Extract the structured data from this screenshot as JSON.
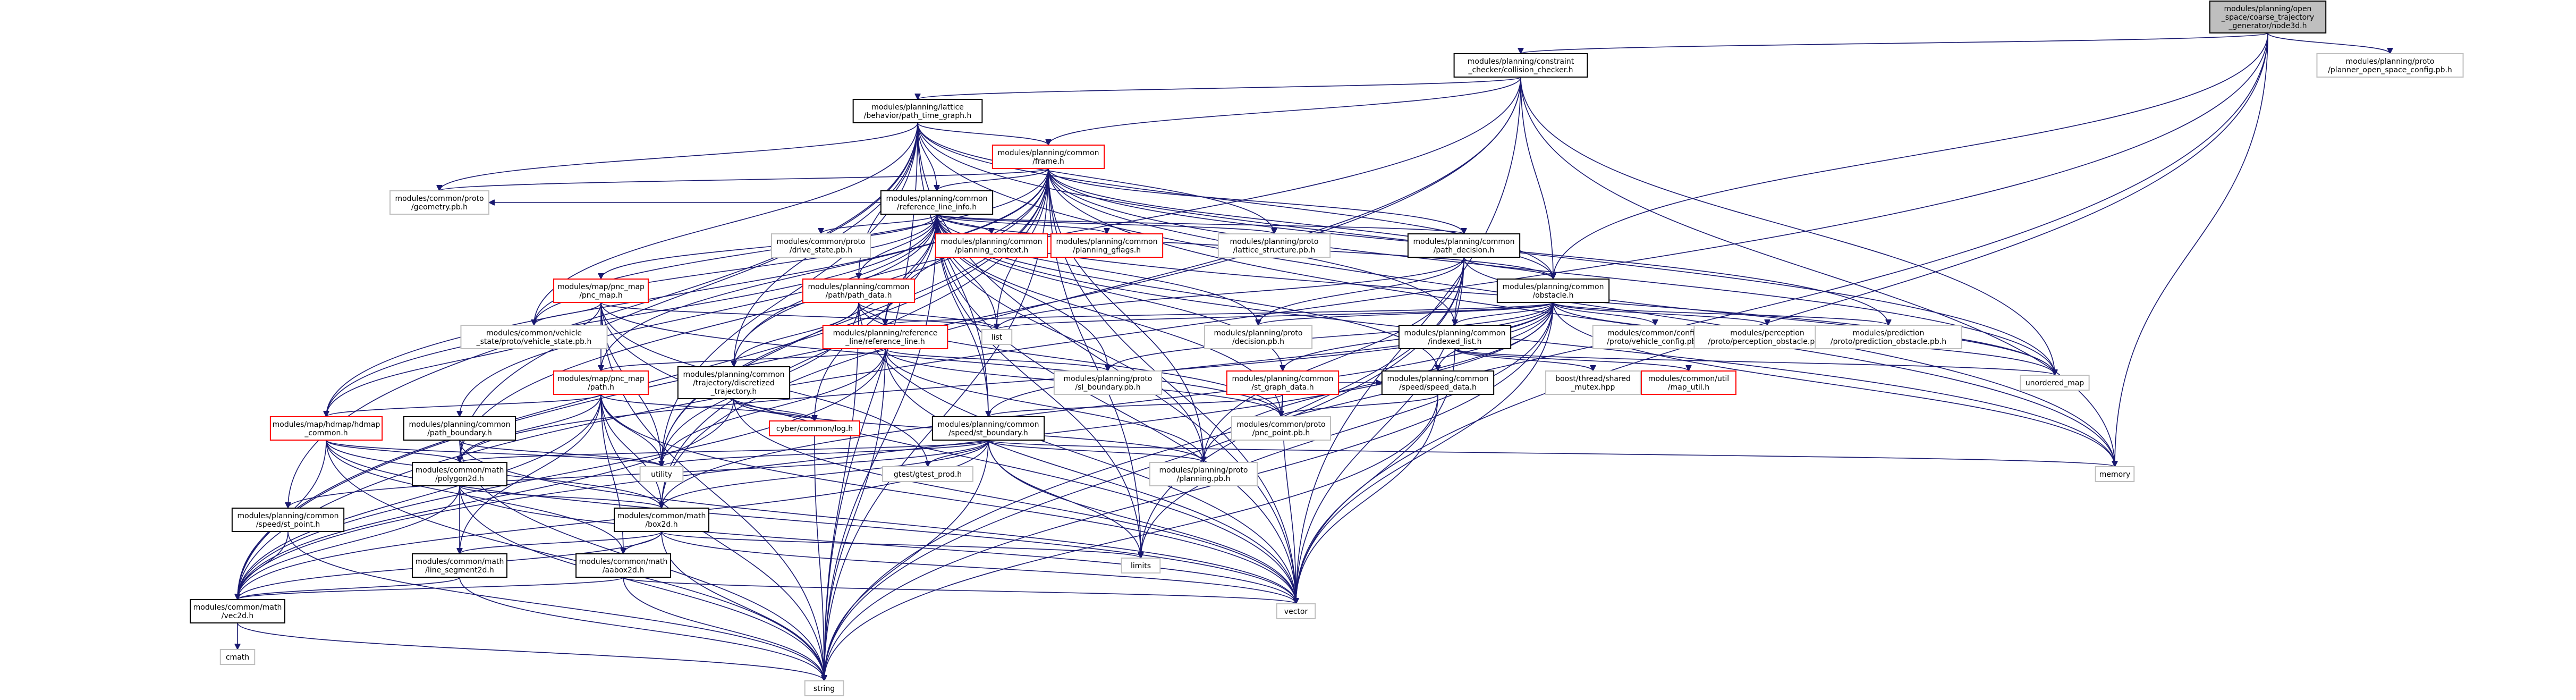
{
  "diagram": {
    "type": "include-dependency-graph",
    "nodes": [
      {
        "id": "root",
        "lines": [
          "modules/planning/open",
          "_space/coarse_trajectory",
          "_generator/node3d.h"
        ],
        "style": "root"
      },
      {
        "id": "cc",
        "lines": [
          "modules/planning/constraint",
          "_checker/collision_checker.h"
        ],
        "style": "black"
      },
      {
        "id": "pocpb",
        "lines": [
          "modules/planning/proto",
          "/planner_open_space_config.pb.h"
        ],
        "style": "gray"
      },
      {
        "id": "ptg",
        "lines": [
          "modules/planning/lattice",
          "/behavior/path_time_graph.h"
        ],
        "style": "black"
      },
      {
        "id": "frame",
        "lines": [
          "modules/planning/common",
          "/frame.h"
        ],
        "style": "red"
      },
      {
        "id": "geompb",
        "lines": [
          "modules/common/proto",
          "/geometry.pb.h"
        ],
        "style": "gray"
      },
      {
        "id": "rli",
        "lines": [
          "modules/planning/common",
          "/reference_line_info.h"
        ],
        "style": "black"
      },
      {
        "id": "drivepb",
        "lines": [
          "modules/common/proto",
          "/drive_state.pb.h"
        ],
        "style": "gray"
      },
      {
        "id": "pctx",
        "lines": [
          "modules/planning/common",
          "/planning_context.h"
        ],
        "style": "red"
      },
      {
        "id": "pgflags",
        "lines": [
          "modules/planning/common",
          "/planning_gflags.h"
        ],
        "style": "red"
      },
      {
        "id": "latpb",
        "lines": [
          "modules/planning/proto",
          "/lattice_structure.pb.h"
        ],
        "style": "gray"
      },
      {
        "id": "pathdec",
        "lines": [
          "modules/planning/common",
          "/path_decision.h"
        ],
        "style": "black"
      },
      {
        "id": "pncmap",
        "lines": [
          "modules/map/pnc_map",
          "/pnc_map.h"
        ],
        "style": "red"
      },
      {
        "id": "pathdata",
        "lines": [
          "modules/planning/common",
          "/path/path_data.h"
        ],
        "style": "red"
      },
      {
        "id": "obstacle",
        "lines": [
          "modules/planning/common",
          "/obstacle.h"
        ],
        "style": "black"
      },
      {
        "id": "vehpb",
        "lines": [
          "modules/common/vehicle",
          "_state/proto/vehicle_state.pb.h"
        ],
        "style": "gray"
      },
      {
        "id": "list",
        "lines": [
          "list"
        ],
        "style": "gray"
      },
      {
        "id": "reflinepath",
        "lines": [
          "modules/planning/reference",
          "_line/reference_line.h"
        ],
        "style": "red"
      },
      {
        "id": "decpb",
        "lines": [
          "modules/planning/proto",
          "/decision.pb.h"
        ],
        "style": "gray"
      },
      {
        "id": "idxlist",
        "lines": [
          "modules/planning/common",
          "/indexed_list.h"
        ],
        "style": "black"
      },
      {
        "id": "vehcfg",
        "lines": [
          "modules/common/configs",
          "/proto/vehicle_config.pb.h"
        ],
        "style": "gray"
      },
      {
        "id": "percpb",
        "lines": [
          "modules/perception",
          "/proto/perception_obstacle.pb.h"
        ],
        "style": "gray"
      },
      {
        "id": "predpb",
        "lines": [
          "modules/prediction",
          "/proto/prediction_obstacle.pb.h"
        ],
        "style": "gray"
      },
      {
        "id": "umap",
        "lines": [
          "unordered_map"
        ],
        "style": "gray"
      },
      {
        "id": "pncpath",
        "lines": [
          "modules/map/pnc_map",
          "/path.h"
        ],
        "style": "red"
      },
      {
        "id": "dtraj",
        "lines": [
          "modules/planning/common",
          "/trajectory/discretized",
          "_trajectory.h"
        ],
        "style": "black"
      },
      {
        "id": "slbpb",
        "lines": [
          "modules/planning/proto",
          "/sl_boundary.pb.h"
        ],
        "style": "gray"
      },
      {
        "id": "stgraph",
        "lines": [
          "modules/planning/common",
          "/st_graph_data.h"
        ],
        "style": "red"
      },
      {
        "id": "speeddata",
        "lines": [
          "modules/planning/common",
          "/speed/speed_data.h"
        ],
        "style": "black"
      },
      {
        "id": "boostmutex",
        "lines": [
          "boost/thread/shared",
          "_mutex.hpp"
        ],
        "style": "gray"
      },
      {
        "id": "maputil",
        "lines": [
          "modules/common/util",
          "/map_util.h"
        ],
        "style": "red"
      },
      {
        "id": "hdmap",
        "lines": [
          "modules/map/hdmap/hdmap",
          "_common.h"
        ],
        "style": "red"
      },
      {
        "id": "pathbnd",
        "lines": [
          "modules/planning/common",
          "/path_boundary.h"
        ],
        "style": "black"
      },
      {
        "id": "cyberlog",
        "lines": [
          "cyber/common/log.h"
        ],
        "style": "red"
      },
      {
        "id": "stbnd",
        "lines": [
          "modules/planning/common",
          "/speed/st_boundary.h"
        ],
        "style": "black"
      },
      {
        "id": "pncpt",
        "lines": [
          "modules/common/proto",
          "/pnc_point.pb.h"
        ],
        "style": "gray"
      },
      {
        "id": "utility",
        "lines": [
          "utility"
        ],
        "style": "gray"
      },
      {
        "id": "polygon",
        "lines": [
          "modules/common/math",
          "/polygon2d.h"
        ],
        "style": "black"
      },
      {
        "id": "gtest",
        "lines": [
          "gtest/gtest_prod.h"
        ],
        "style": "gray"
      },
      {
        "id": "planpb",
        "lines": [
          "modules/planning/proto",
          "/planning.pb.h"
        ],
        "style": "gray"
      },
      {
        "id": "memory",
        "lines": [
          "memory"
        ],
        "style": "gray"
      },
      {
        "id": "stpoint",
        "lines": [
          "modules/planning/common",
          "/speed/st_point.h"
        ],
        "style": "black"
      },
      {
        "id": "box2d",
        "lines": [
          "modules/common/math",
          "/box2d.h"
        ],
        "style": "black"
      },
      {
        "id": "linesegment",
        "lines": [
          "modules/common/math",
          "/line_segment2d.h"
        ],
        "style": "black"
      },
      {
        "id": "aabox",
        "lines": [
          "modules/common/math",
          "/aabox2d.h"
        ],
        "style": "black"
      },
      {
        "id": "limits",
        "lines": [
          "limits"
        ],
        "style": "gray"
      },
      {
        "id": "vector",
        "lines": [
          "vector"
        ],
        "style": "gray"
      },
      {
        "id": "vec2d",
        "lines": [
          "modules/common/math",
          "/vec2d.h"
        ],
        "style": "black"
      },
      {
        "id": "cmath",
        "lines": [
          "cmath"
        ],
        "style": "gray"
      },
      {
        "id": "string",
        "lines": [
          "string"
        ],
        "style": "gray"
      }
    ],
    "edges": [
      [
        "root",
        "cc"
      ],
      [
        "root",
        "pocpb"
      ],
      [
        "root",
        "vec2d"
      ],
      [
        "root",
        "memory"
      ],
      [
        "root",
        "string"
      ],
      [
        "root",
        "vector"
      ],
      [
        "root",
        "obstacle"
      ],
      [
        "cc",
        "ptg"
      ],
      [
        "cc",
        "frame"
      ],
      [
        "cc",
        "obstacle"
      ],
      [
        "cc",
        "vec2d"
      ],
      [
        "cc",
        "box2d"
      ],
      [
        "cc",
        "memory"
      ],
      [
        "cc",
        "vector"
      ],
      [
        "cc",
        "umap"
      ],
      [
        "cc",
        "dtraj"
      ],
      [
        "ptg",
        "frame"
      ],
      [
        "ptg",
        "rli"
      ],
      [
        "ptg",
        "geompb"
      ],
      [
        "ptg",
        "obstacle"
      ],
      [
        "ptg",
        "latpb"
      ],
      [
        "ptg",
        "pathdata"
      ],
      [
        "ptg",
        "stbnd"
      ],
      [
        "ptg",
        "polygon"
      ],
      [
        "ptg",
        "utility"
      ],
      [
        "ptg",
        "string"
      ],
      [
        "ptg",
        "vector"
      ],
      [
        "ptg",
        "memory"
      ],
      [
        "ptg",
        "umap"
      ],
      [
        "ptg",
        "vehpb"
      ],
      [
        "ptg",
        "stpoint"
      ],
      [
        "ptg",
        "dtraj"
      ],
      [
        "frame",
        "rli"
      ],
      [
        "frame",
        "geompb"
      ],
      [
        "frame",
        "list"
      ],
      [
        "frame",
        "umap"
      ],
      [
        "frame",
        "vector"
      ],
      [
        "frame",
        "string"
      ],
      [
        "frame",
        "pathdec"
      ],
      [
        "frame",
        "obstacle"
      ],
      [
        "frame",
        "vehpb"
      ],
      [
        "frame",
        "predpb"
      ],
      [
        "frame",
        "hdmap"
      ],
      [
        "frame",
        "polygon"
      ],
      [
        "frame",
        "pncpath"
      ],
      [
        "frame",
        "planpb"
      ],
      [
        "frame",
        "reflinepath"
      ],
      [
        "frame",
        "idxlist"
      ],
      [
        "frame",
        "memory"
      ],
      [
        "frame",
        "utility"
      ],
      [
        "frame",
        "box2d"
      ],
      [
        "frame",
        "vec2d"
      ],
      [
        "frame",
        "limits"
      ],
      [
        "rli",
        "drivepb"
      ],
      [
        "rli",
        "pctx"
      ],
      [
        "rli",
        "pgflags"
      ],
      [
        "rli",
        "latpb"
      ],
      [
        "rli",
        "pathdec"
      ],
      [
        "rli",
        "pncmap"
      ],
      [
        "rli",
        "pathdata"
      ],
      [
        "rli",
        "obstacle"
      ],
      [
        "rli",
        "vehpb"
      ],
      [
        "rli",
        "list"
      ],
      [
        "rli",
        "reflinepath"
      ],
      [
        "rli",
        "decpb"
      ],
      [
        "rli",
        "umap"
      ],
      [
        "rli",
        "dtraj"
      ],
      [
        "rli",
        "slbpb"
      ],
      [
        "rli",
        "stgraph"
      ],
      [
        "rli",
        "speeddata"
      ],
      [
        "rli",
        "pathbnd"
      ],
      [
        "rli",
        "stbnd"
      ],
      [
        "rli",
        "pncpt"
      ],
      [
        "rli",
        "utility"
      ],
      [
        "rli",
        "planpb"
      ],
      [
        "rli",
        "memory"
      ],
      [
        "rli",
        "vector"
      ],
      [
        "rli",
        "string"
      ],
      [
        "rli",
        "limits"
      ],
      [
        "rli",
        "hdmap"
      ],
      [
        "rli",
        "geompb"
      ],
      [
        "rli",
        "cyberlog"
      ],
      [
        "pathdec",
        "obstacle"
      ],
      [
        "pathdec",
        "idxlist"
      ],
      [
        "pathdec",
        "decpb"
      ],
      [
        "pathdec",
        "list"
      ],
      [
        "pathdec",
        "vector"
      ],
      [
        "pathdec",
        "string"
      ],
      [
        "pathdec",
        "umap"
      ],
      [
        "pathdec",
        "limits"
      ],
      [
        "pathdec",
        "planpb"
      ],
      [
        "pncmap",
        "vehpb"
      ],
      [
        "pncmap",
        "list"
      ],
      [
        "pncmap",
        "pncpath"
      ],
      [
        "pncmap",
        "hdmap"
      ],
      [
        "pncmap",
        "utility"
      ],
      [
        "pncmap",
        "vector"
      ],
      [
        "pncmap",
        "string"
      ],
      [
        "pncmap",
        "gtest"
      ],
      [
        "pncmap",
        "pncpt"
      ],
      [
        "pathdata",
        "list"
      ],
      [
        "pathdata",
        "reflinepath"
      ],
      [
        "pathdata",
        "pncpt"
      ],
      [
        "pathdata",
        "utility"
      ],
      [
        "pathdata",
        "vector"
      ],
      [
        "pathdata",
        "string"
      ],
      [
        "pathdata",
        "dtraj"
      ],
      [
        "obstacle",
        "reflinepath"
      ],
      [
        "obstacle",
        "decpb"
      ],
      [
        "obstacle",
        "idxlist"
      ],
      [
        "obstacle",
        "vehcfg"
      ],
      [
        "obstacle",
        "percpb"
      ],
      [
        "obstacle",
        "predpb"
      ],
      [
        "obstacle",
        "umap"
      ],
      [
        "obstacle",
        "slbpb"
      ],
      [
        "obstacle",
        "stgraph"
      ],
      [
        "obstacle",
        "stbnd"
      ],
      [
        "obstacle",
        "speeddata"
      ],
      [
        "obstacle",
        "box2d"
      ],
      [
        "obstacle",
        "polygon"
      ],
      [
        "obstacle",
        "vec2d"
      ],
      [
        "obstacle",
        "vector"
      ],
      [
        "obstacle",
        "string"
      ],
      [
        "obstacle",
        "memory"
      ],
      [
        "obstacle",
        "list"
      ],
      [
        "obstacle",
        "limits"
      ],
      [
        "obstacle",
        "planpb"
      ],
      [
        "reflinepath",
        "pncpath"
      ],
      [
        "reflinepath",
        "slbpb"
      ],
      [
        "reflinepath",
        "vec2d"
      ],
      [
        "reflinepath",
        "utility"
      ],
      [
        "reflinepath",
        "vector"
      ],
      [
        "reflinepath",
        "string"
      ],
      [
        "reflinepath",
        "pncpt"
      ],
      [
        "reflinepath",
        "planpb"
      ],
      [
        "idxlist",
        "boostmutex"
      ],
      [
        "idxlist",
        "maputil"
      ],
      [
        "idxlist",
        "umap"
      ],
      [
        "idxlist",
        "vector"
      ],
      [
        "pncpath",
        "hdmap"
      ],
      [
        "pncpath",
        "vec2d"
      ],
      [
        "pncpath",
        "box2d"
      ],
      [
        "pncpath",
        "aabox"
      ],
      [
        "pncpath",
        "linesegment"
      ],
      [
        "pncpath",
        "polygon"
      ],
      [
        "pncpath",
        "utility"
      ],
      [
        "pncpath",
        "string"
      ],
      [
        "pncpath",
        "vector"
      ],
      [
        "pncpath",
        "cyberlog"
      ],
      [
        "dtraj",
        "cyberlog"
      ],
      [
        "dtraj",
        "vec2d"
      ],
      [
        "dtraj",
        "vector"
      ],
      [
        "dtraj",
        "planpb"
      ],
      [
        "stgraph",
        "stbnd"
      ],
      [
        "stgraph",
        "speeddata"
      ],
      [
        "stgraph",
        "pncpt"
      ],
      [
        "stgraph",
        "vector"
      ],
      [
        "speeddata",
        "pncpt"
      ],
      [
        "speeddata",
        "vector"
      ],
      [
        "speeddata",
        "string"
      ],
      [
        "hdmap",
        "polygon"
      ],
      [
        "hdmap",
        "vec2d"
      ],
      [
        "hdmap",
        "utility"
      ],
      [
        "hdmap",
        "string"
      ],
      [
        "hdmap",
        "vector"
      ],
      [
        "hdmap",
        "aabox"
      ],
      [
        "hdmap",
        "box2d"
      ],
      [
        "pathbnd",
        "utility"
      ],
      [
        "pathbnd",
        "vector"
      ],
      [
        "pathbnd",
        "string"
      ],
      [
        "cyberlog",
        "string"
      ],
      [
        "stbnd",
        "polygon"
      ],
      [
        "stbnd",
        "box2d"
      ],
      [
        "stbnd",
        "vec2d"
      ],
      [
        "stbnd",
        "gtest"
      ],
      [
        "stbnd",
        "planpb"
      ],
      [
        "stbnd",
        "limits"
      ],
      [
        "stbnd",
        "memory"
      ],
      [
        "stbnd",
        "string"
      ],
      [
        "stbnd",
        "vector"
      ],
      [
        "stbnd",
        "utility"
      ],
      [
        "stbnd",
        "stpoint"
      ],
      [
        "polygon",
        "box2d"
      ],
      [
        "polygon",
        "linesegment"
      ],
      [
        "polygon",
        "vec2d"
      ],
      [
        "polygon",
        "vector"
      ],
      [
        "polygon",
        "string"
      ],
      [
        "stpoint",
        "vec2d"
      ],
      [
        "stpoint",
        "string"
      ],
      [
        "box2d",
        "aabox"
      ],
      [
        "box2d",
        "linesegment"
      ],
      [
        "box2d",
        "vec2d"
      ],
      [
        "box2d",
        "limits"
      ],
      [
        "box2d",
        "vector"
      ],
      [
        "box2d",
        "string"
      ],
      [
        "linesegment",
        "vec2d"
      ],
      [
        "linesegment",
        "string"
      ],
      [
        "aabox",
        "vec2d"
      ],
      [
        "aabox",
        "vector"
      ],
      [
        "aabox",
        "string"
      ],
      [
        "vec2d",
        "cmath"
      ],
      [
        "vec2d",
        "string"
      ]
    ]
  }
}
